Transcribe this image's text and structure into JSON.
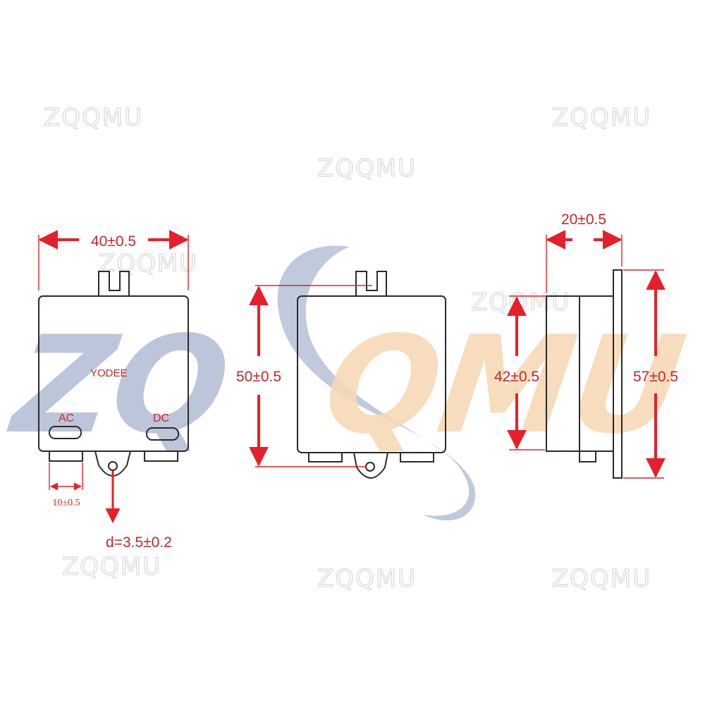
{
  "watermark": {
    "text": "ZQQMU",
    "big_left": "ZQ",
    "big_right": "QMU",
    "colors": {
      "blue": "#b6bfd6",
      "orange": "#f7d9b6",
      "faint": "#e4e4e4"
    }
  },
  "front_view": {
    "width_dim": "40±0.5",
    "brand": "YODEE",
    "ac_label": "AC",
    "dc_label": "DC",
    "pin_dim": "10±0.5",
    "hole_dim": "d=3.5±0.2"
  },
  "back_view": {
    "height_dim": "50±0.5"
  },
  "side_view": {
    "depth_dim": "20±0.5",
    "body_height_dim": "42±0.5",
    "total_height_dim": "57±0.5"
  },
  "colors": {
    "dimension": "#e5202a",
    "label": "#c0282d",
    "outline": "#2a2a2a"
  }
}
